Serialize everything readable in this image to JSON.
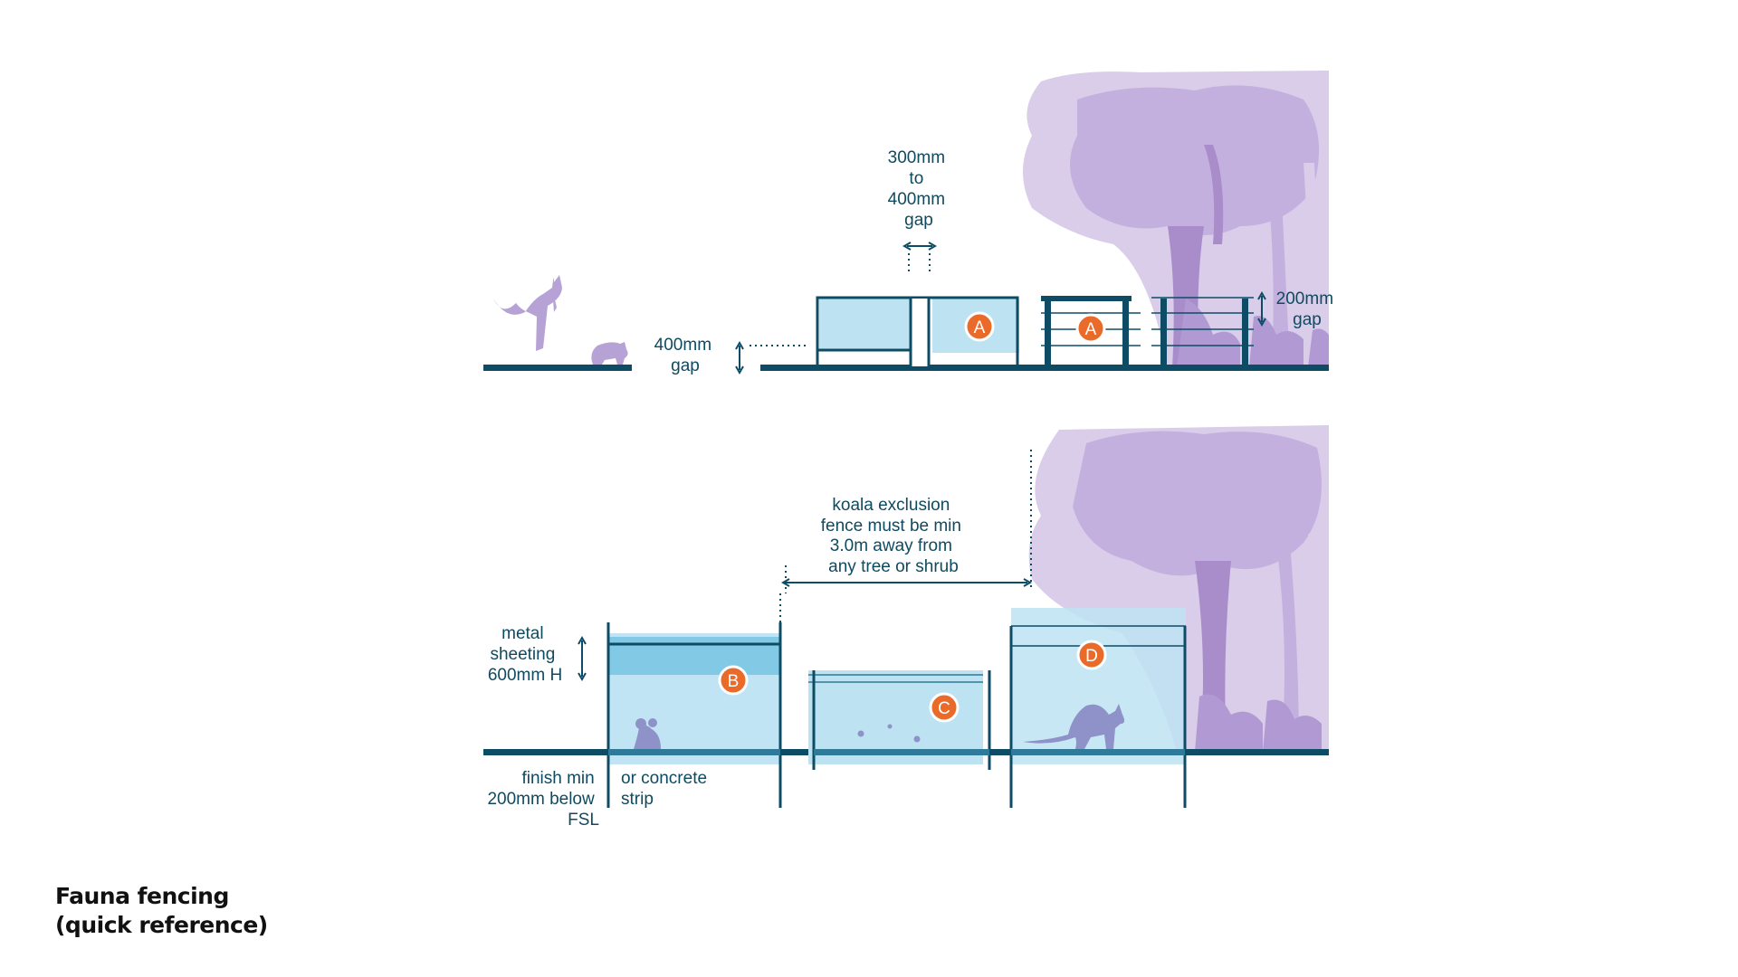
{
  "title": {
    "line1": "Fauna fencing",
    "line2": "(quick reference)"
  },
  "top_panel": {
    "left_gap_label": [
      "400mm",
      "gap"
    ],
    "center_gap_label": [
      "300mm",
      "to",
      "400mm",
      "gap"
    ],
    "right_gap_label": [
      "200mm",
      "gap"
    ],
    "badges": [
      "A",
      "A"
    ]
  },
  "bottom_panel": {
    "metal_sheeting_label": [
      "metal",
      "sheeting",
      "600mm H"
    ],
    "finish_label": [
      "finish min",
      "200mm below",
      "FSL"
    ],
    "concrete_label": [
      "or concrete",
      "strip"
    ],
    "distance_label": [
      "koala exclusion",
      "fence must be min",
      "3.0m away from",
      "any tree or shrub"
    ],
    "badges": [
      "B",
      "C",
      "D"
    ]
  },
  "colors": {
    "line": "#0e4c66",
    "fence_fill": "#bde3f2",
    "sheeting_fill": "#82c9e6",
    "badge": "#ea6a2a",
    "fauna": "#b7a2d6",
    "fauna_in_fence": "#8f92c8",
    "tree_light": "#d9cde9",
    "tree_mid": "#c4b0de",
    "tree_dark": "#a98cca"
  }
}
